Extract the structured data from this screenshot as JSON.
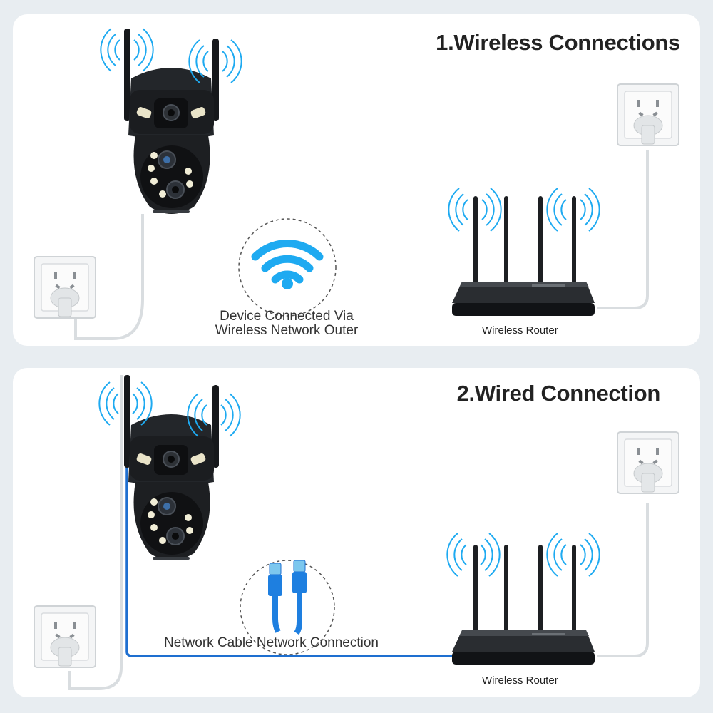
{
  "section_1": {
    "title": "1.Wireless Connections",
    "caption_line_1": "Device Connected Via",
    "caption_line_2": "Wireless Network Outer",
    "router_label": "Wireless Router",
    "connection_icon": "wifi-icon"
  },
  "section_2": {
    "title": "2.Wired Connection",
    "caption": "Network Cable Network Connection",
    "router_label": "Wireless Router",
    "connection_icon": "ethernet-cable-icon"
  },
  "colors": {
    "background": "#e8edf1",
    "panel": "#ffffff",
    "wifi_blue": "#1eaaf1",
    "cable_blue": "#1e6fd0",
    "power_cord": "#d9dde0",
    "device_black": "#1d1f22"
  }
}
